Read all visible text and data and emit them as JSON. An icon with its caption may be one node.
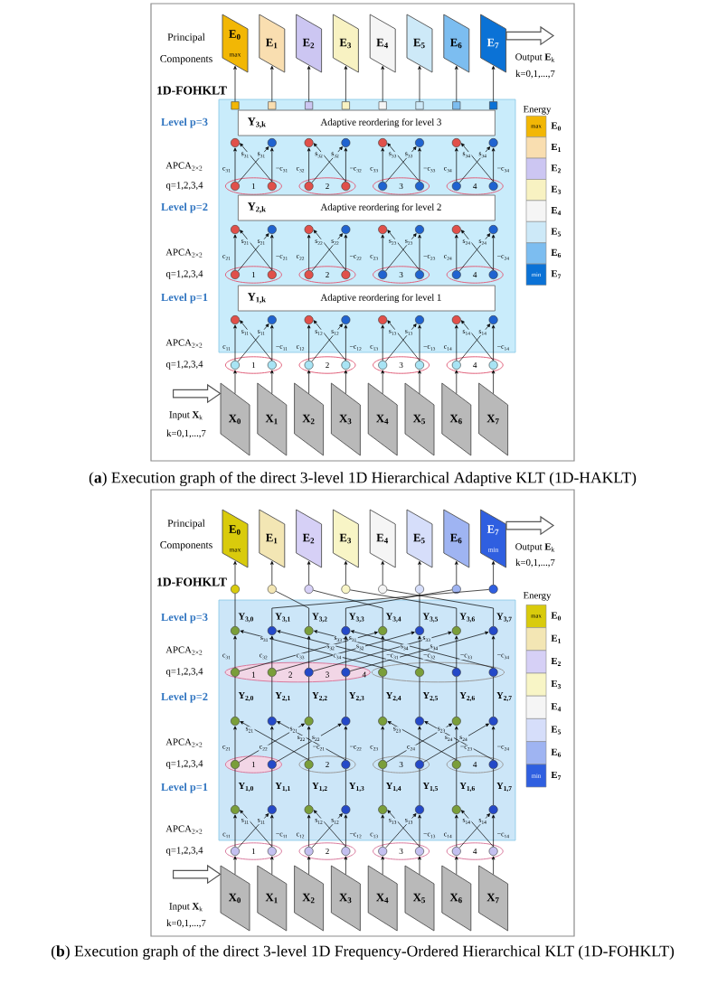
{
  "diagram": {
    "nodes": [
      {
        "text": [
          "E$_{0}$",
          "max"
        ]
      },
      {
        "text": [
          "E$_{1}$"
        ]
      },
      {
        "text": [
          "E$_{2}$"
        ]
      },
      {
        "text": [
          "E$_{3}$"
        ]
      },
      {
        "text": [
          "E$_{4}$"
        ]
      },
      {
        "text": [
          "E$_{5}$"
        ]
      },
      {
        "text": [
          "E$_{6}$"
        ]
      },
      {
        "text": [
          "E$_{7}$"
        ]
      },
      {
        "text": [],
        "shape": "box"
      },
      {
        "text": [],
        "shape": "box"
      },
      {
        "text": [],
        "shape": "box"
      },
      {
        "text": [],
        "shape": "box"
      },
      {
        "text": [],
        "shape": "box"
      },
      {
        "text": [],
        "shape": "box"
      },
      {
        "text": [],
        "shape": "box"
      },
      {
        "text": [],
        "shape": "box"
      },
      {
        "text": [
          "Y$_{3,k}$",
          "Adaptive reordering for level 3"
        ]
      },
      {
        "text": [],
        "shape": "circle"
      },
      {
        "text": [],
        "shape": "circle"
      },
      {
        "text": [],
        "shape": "circle"
      },
      {
        "text": [],
        "shape": "circle"
      },
      {
        "text": [],
        "shape": "circle"
      },
      {
        "text": [],
        "shape": "circle"
      },
      {
        "text": [],
        "shape": "circle"
      },
      {
        "text": [],
        "shape": "circle"
      },
      {
        "text": [
          "1"
        ]
      },
      {
        "text": [],
        "shape": "circle",
        "in": 25
      },
      {
        "text": [],
        "shape": "circle",
        "in": 25
      },
      {
        "text": [
          "2"
        ]
      },
      {
        "text": [],
        "shape": "circle",
        "in": 28
      },
      {
        "text": [],
        "shape": "circle",
        "in": 28
      },
      {
        "text": [
          "3"
        ]
      },
      {
        "text": [],
        "shape": "circle",
        "in": 31
      },
      {
        "text": [],
        "shape": "circle",
        "in": 31
      },
      {
        "text": [
          "4"
        ]
      },
      {
        "text": [],
        "shape": "circle",
        "in": 34
      },
      {
        "text": [],
        "shape": "circle",
        "in": 34
      },
      {
        "text": [
          "Y$_{2,k}$",
          "Adaptive reordering for level 2"
        ]
      },
      {
        "text": [],
        "shape": "circle"
      },
      {
        "text": [],
        "shape": "circle"
      },
      {
        "text": [],
        "shape": "circle"
      },
      {
        "text": [],
        "shape": "circle"
      },
      {
        "text": [],
        "shape": "circle"
      },
      {
        "text": [],
        "shape": "circle"
      },
      {
        "text": [],
        "shape": "circle"
      },
      {
        "text": [],
        "shape": "circle"
      },
      {
        "text": [
          "1"
        ]
      },
      {
        "text": [],
        "shape": "circle",
        "in": 46
      },
      {
        "text": [],
        "shape": "circle",
        "in": 46
      },
      {
        "text": [
          "2"
        ]
      },
      {
        "text": [],
        "shape": "circle",
        "in": 49
      },
      {
        "text": [],
        "shape": "circle",
        "in": 49
      },
      {
        "text": [
          "3"
        ]
      },
      {
        "text": [],
        "shape": "circle",
        "in": 52
      },
      {
        "text": [],
        "shape": "circle",
        "in": 52
      },
      {
        "text": [
          "4"
        ]
      },
      {
        "text": [],
        "shape": "circle",
        "in": 55
      },
      {
        "text": [],
        "shape": "circle",
        "in": 55
      },
      {
        "text": [
          "Y$_{1,k}$",
          "Adaptive reordering for level 1"
        ]
      },
      {
        "text": [],
        "shape": "circle"
      },
      {
        "text": [],
        "shape": "circle"
      },
      {
        "text": [],
        "shape": "circle"
      },
      {
        "text": [],
        "shape": "circle"
      },
      {
        "text": [],
        "shape": "circle"
      },
      {
        "text": [],
        "shape": "circle"
      },
      {
        "text": [],
        "shape": "circle"
      },
      {
        "text": [],
        "shape": "circle"
      },
      {
        "text": [
          "1"
        ]
      },
      {
        "text": [],
        "shape": "circle",
        "in": 67
      },
      {
        "text": [],
        "shape": "circle",
        "in": 67
      },
      {
        "text": [
          "2"
        ]
      },
      {
        "text": [],
        "shape": "circle",
        "in": 70
      },
      {
        "text": [],
        "shape": "circle",
        "in": 70
      },
      {
        "text": [
          "3"
        ]
      },
      {
        "text": [],
        "shape": "circle",
        "in": 73
      },
      {
        "text": [],
        "shape": "circle",
        "in": 73
      },
      {
        "text": [
          "4"
        ]
      },
      {
        "text": [],
        "shape": "circle",
        "in": 76
      },
      {
        "text": [],
        "shape": "circle",
        "in": 76
      },
      {
        "text": [
          "X$_{0}$"
        ]
      },
      {
        "text": [
          "X$_{1}$"
        ]
      },
      {
        "text": [
          "X$_{2}$"
        ]
      },
      {
        "text": [
          "X$_{3}$"
        ]
      },
      {
        "text": [
          "X$_{4}$"
        ]
      },
      {
        "text": [
          "X$_{5}$"
        ]
      },
      {
        "text": [
          "X$_{6}$"
        ]
      },
      {
        "text": [
          "X$_{7}$"
        ]
      },
      {
        "text": [
          "E$_{0}$",
          "max"
        ]
      },
      {
        "text": [
          "E$_{1}$"
        ]
      },
      {
        "text": [
          "E$_{2}$"
        ]
      },
      {
        "text": [
          "E$_{3}$"
        ]
      },
      {
        "text": [
          "E$_{4}$"
        ]
      },
      {
        "text": [
          "E$_{5}$"
        ]
      },
      {
        "text": [
          "E$_{6}$"
        ]
      },
      {
        "text": [
          "E$_{7}$",
          "min"
        ]
      },
      {
        "text": [],
        "shape": "circle"
      },
      {
        "text": [],
        "shape": "circle"
      },
      {
        "text": [],
        "shape": "circle"
      },
      {
        "text": [],
        "shape": "circle"
      },
      {
        "text": [],
        "shape": "circle"
      },
      {
        "text": [],
        "shape": "circle"
      },
      {
        "text": [],
        "shape": "circle"
      },
      {
        "text": [],
        "shape": "circle"
      },
      {
        "text": [],
        "shape": "circle"
      },
      {
        "text": [],
        "shape": "circle"
      },
      {
        "text": [],
        "shape": "circle"
      },
      {
        "text": [],
        "shape": "circle"
      },
      {
        "text": [],
        "shape": "circle"
      },
      {
        "text": [],
        "shape": "circle"
      },
      {
        "text": [],
        "shape": "circle"
      },
      {
        "text": [],
        "shape": "circle"
      },
      {
        "text": [
          "1",
          "2",
          "3",
          "4"
        ]
      },
      {
        "text": [],
        "shape": "circle",
        "in": 111
      },
      {
        "text": [],
        "shape": "circle",
        "in": 111
      },
      {
        "text": [],
        "shape": "circle",
        "in": 111
      },
      {
        "text": [],
        "shape": "circle",
        "in": 111
      },
      {
        "text": [],
        "shape": "ellipse"
      },
      {
        "text": [],
        "shape": "circle",
        "in": 116
      },
      {
        "text": [],
        "shape": "circle",
        "in": 116
      },
      {
        "text": [],
        "shape": "circle",
        "in": 116
      },
      {
        "text": [],
        "shape": "circle",
        "in": 116
      },
      {
        "text": [],
        "shape": "circle"
      },
      {
        "text": [],
        "shape": "circle"
      },
      {
        "text": [],
        "shape": "circle"
      },
      {
        "text": [],
        "shape": "circle"
      },
      {
        "text": [],
        "shape": "circle"
      },
      {
        "text": [],
        "shape": "circle"
      },
      {
        "text": [],
        "shape": "circle"
      },
      {
        "text": [],
        "shape": "circle"
      },
      {
        "text": [
          "1"
        ]
      },
      {
        "text": [],
        "shape": "circle",
        "in": 129
      },
      {
        "text": [],
        "shape": "circle",
        "in": 129
      },
      {
        "text": [
          "2"
        ]
      },
      {
        "text": [],
        "shape": "circle",
        "in": 132
      },
      {
        "text": [],
        "shape": "circle",
        "in": 132
      },
      {
        "text": [
          "3"
        ]
      },
      {
        "text": [],
        "shape": "circle",
        "in": 135
      },
      {
        "text": [],
        "shape": "circle",
        "in": 135
      },
      {
        "text": [
          "4"
        ]
      },
      {
        "text": [],
        "shape": "circle",
        "in": 138
      },
      {
        "text": [],
        "shape": "circle",
        "in": 138
      },
      {
        "text": [],
        "shape": "circle"
      },
      {
        "text": [],
        "shape": "circle"
      },
      {
        "text": [],
        "shape": "circle"
      },
      {
        "text": [],
        "shape": "circle"
      },
      {
        "text": [],
        "shape": "circle"
      },
      {
        "text": [],
        "shape": "circle"
      },
      {
        "text": [],
        "shape": "circle"
      },
      {
        "text": [],
        "shape": "circle"
      },
      {
        "text": [
          "1"
        ]
      },
      {
        "text": [],
        "shape": "circle",
        "in": 149
      },
      {
        "text": [],
        "shape": "circle",
        "in": 149
      },
      {
        "text": [
          "2"
        ]
      },
      {
        "text": [],
        "shape": "circle",
        "in": 152
      },
      {
        "text": [],
        "shape": "circle",
        "in": 152
      },
      {
        "text": [
          "3"
        ]
      },
      {
        "text": [],
        "shape": "circle",
        "in": 155
      },
      {
        "text": [],
        "shape": "circle",
        "in": 155
      },
      {
        "text": [
          "4"
        ]
      },
      {
        "text": [],
        "shape": "circle",
        "in": 158
      },
      {
        "text": [],
        "shape": "circle",
        "in": 158
      },
      {
        "text": [
          "X$_{0}$"
        ]
      },
      {
        "text": [
          "X$_{1}$"
        ]
      },
      {
        "text": [
          "X$_{2}$"
        ]
      },
      {
        "text": [
          "X$_{3}$"
        ]
      },
      {
        "text": [
          "X$_{4}$"
        ]
      },
      {
        "text": [
          "X$_{5}$"
        ]
      },
      {
        "text": [
          "X$_{6}$"
        ]
      },
      {
        "text": [
          "X$_{7}$"
        ]
      }
    ],
    "edges": [
      {
        "from": 8,
        "to": 0,
        "arrow": "to"
      },
      {
        "from": 9,
        "to": 1,
        "arrow": "to"
      },
      {
        "from": 10,
        "to": 2,
        "arrow": "to"
      },
      {
        "from": 11,
        "to": 3,
        "arrow": "to"
      },
      {
        "from": 12,
        "to": 4,
        "arrow": "to"
      },
      {
        "from": 13,
        "to": 5,
        "arrow": "to"
      },
      {
        "from": 14,
        "to": 6,
        "arrow": "to"
      },
      {
        "from": 15,
        "to": 7,
        "arrow": "to"
      },
      {
        "from": 26,
        "to": 17,
        "arrow": "to",
        "label": "c$_{31}$"
      },
      {
        "from": 26,
        "to": 18,
        "arrow": "to",
        "label": "s$_{31}$"
      },
      {
        "from": 27,
        "to": 17,
        "arrow": "to",
        "label": "s$_{31}$"
      },
      {
        "from": 27,
        "to": 18,
        "arrow": "to",
        "label": "−c$_{31}$"
      },
      {
        "from": 29,
        "to": 19,
        "arrow": "to",
        "label": "c$_{32}$"
      },
      {
        "from": 29,
        "to": 20,
        "arrow": "to",
        "label": "s$_{32}$"
      },
      {
        "from": 30,
        "to": 19,
        "arrow": "to",
        "label": "s$_{32}$"
      },
      {
        "from": 30,
        "to": 20,
        "arrow": "to",
        "label": "−c$_{32}$"
      },
      {
        "from": 32,
        "to": 21,
        "arrow": "to",
        "label": "c$_{33}$"
      },
      {
        "from": 32,
        "to": 22,
        "arrow": "to",
        "label": "s$_{33}$"
      },
      {
        "from": 33,
        "to": 21,
        "arrow": "to",
        "label": "s$_{33}$"
      },
      {
        "from": 33,
        "to": 22,
        "arrow": "to",
        "label": "−c$_{33}$"
      },
      {
        "from": 35,
        "to": 23,
        "arrow": "to",
        "label": "c$_{34}$"
      },
      {
        "from": 35,
        "to": 24,
        "arrow": "to",
        "label": "s$_{34}$"
      },
      {
        "from": 36,
        "to": 23,
        "arrow": "to",
        "label": "s$_{34}$"
      },
      {
        "from": 36,
        "to": 24,
        "arrow": "to",
        "label": "−c$_{34}$"
      },
      {
        "from": 47,
        "to": 38,
        "arrow": "to",
        "label": "c$_{21}$"
      },
      {
        "from": 47,
        "to": 39,
        "arrow": "to",
        "label": "s$_{21}$"
      },
      {
        "from": 48,
        "to": 38,
        "arrow": "to",
        "label": "s$_{21}$"
      },
      {
        "from": 48,
        "to": 39,
        "arrow": "to",
        "label": "−c$_{21}$"
      },
      {
        "from": 50,
        "to": 40,
        "arrow": "to",
        "label": "c$_{22}$"
      },
      {
        "from": 50,
        "to": 41,
        "arrow": "to",
        "label": "s$_{22}$"
      },
      {
        "from": 51,
        "to": 40,
        "arrow": "to",
        "label": "s$_{22}$"
      },
      {
        "from": 51,
        "to": 41,
        "arrow": "to",
        "label": "−c$_{22}$"
      },
      {
        "from": 53,
        "to": 42,
        "arrow": "to",
        "label": "c$_{23}$"
      },
      {
        "from": 53,
        "to": 43,
        "arrow": "to",
        "label": "s$_{23}$"
      },
      {
        "from": 54,
        "to": 42,
        "arrow": "to",
        "label": "s$_{23}$"
      },
      {
        "from": 54,
        "to": 43,
        "arrow": "to",
        "label": "−c$_{23}$"
      },
      {
        "from": 56,
        "to": 44,
        "arrow": "to",
        "label": "c$_{24}$"
      },
      {
        "from": 56,
        "to": 45,
        "arrow": "to",
        "label": "s$_{24}$"
      },
      {
        "from": 57,
        "to": 44,
        "arrow": "to",
        "label": "s$_{24}$"
      },
      {
        "from": 57,
        "to": 45,
        "arrow": "to",
        "label": "−c$_{24}$"
      },
      {
        "from": 68,
        "to": 59,
        "arrow": "to",
        "label": "c$_{11}$"
      },
      {
        "from": 68,
        "to": 60,
        "arrow": "to",
        "label": "s$_{11}$"
      },
      {
        "from": 69,
        "to": 59,
        "arrow": "to",
        "label": "s$_{11}$"
      },
      {
        "from": 69,
        "to": 60,
        "arrow": "to",
        "label": "−c$_{11}$"
      },
      {
        "from": 71,
        "to": 61,
        "arrow": "to",
        "label": "c$_{12}$"
      },
      {
        "from": 71,
        "to": 62,
        "arrow": "to",
        "label": "s$_{12}$"
      },
      {
        "from": 72,
        "to": 61,
        "arrow": "to",
        "label": "s$_{12}$"
      },
      {
        "from": 72,
        "to": 62,
        "arrow": "to",
        "label": "−c$_{12}$"
      },
      {
        "from": 74,
        "to": 63,
        "arrow": "to",
        "label": "c$_{13}$"
      },
      {
        "from": 74,
        "to": 64,
        "arrow": "to",
        "label": "s$_{13}$"
      },
      {
        "from": 75,
        "to": 63,
        "arrow": "to",
        "label": "s$_{13}$"
      },
      {
        "from": 75,
        "to": 64,
        "arrow": "to",
        "label": "−c$_{13}$"
      },
      {
        "from": 77,
        "to": 65,
        "arrow": "to",
        "label": "c$_{14}$"
      },
      {
        "from": 77,
        "to": 66,
        "arrow": "to",
        "label": "s$_{14}$"
      },
      {
        "from": 78,
        "to": 65,
        "arrow": "to",
        "label": "s$_{14}$"
      },
      {
        "from": 78,
        "to": 66,
        "arrow": "to",
        "label": "−c$_{14}$"
      },
      {
        "from": 79,
        "to": 68,
        "arrow": "to"
      },
      {
        "from": 80,
        "to": 69,
        "arrow": "to"
      },
      {
        "from": 81,
        "to": 71,
        "arrow": "to"
      },
      {
        "from": 82,
        "to": 72,
        "arrow": "to"
      },
      {
        "from": 83,
        "to": 74,
        "arrow": "to"
      },
      {
        "from": 84,
        "to": 75,
        "arrow": "to"
      },
      {
        "from": 85,
        "to": 77,
        "arrow": "to"
      },
      {
        "from": 86,
        "to": 78,
        "arrow": "to"
      },
      {
        "from": 95,
        "to": 87,
        "arrow": "to"
      },
      {
        "from": 96,
        "to": 88,
        "arrow": "to"
      },
      {
        "from": 97,
        "to": 89,
        "arrow": "to"
      },
      {
        "from": 98,
        "to": 90,
        "arrow": "to"
      },
      {
        "from": 99,
        "to": 91,
        "arrow": "to"
      },
      {
        "from": 100,
        "to": 92,
        "arrow": "to"
      },
      {
        "from": 101,
        "to": 93,
        "arrow": "to"
      },
      {
        "from": 102,
        "to": 94,
        "arrow": "to"
      },
      {
        "from": 103,
        "to": 95,
        "arrow": "none",
        "label": "Y$_{3,0}$"
      },
      {
        "from": 104,
        "to": 102,
        "arrow": "none",
        "label": "Y$_{3,1}$"
      },
      {
        "from": 105,
        "to": 96,
        "arrow": "none",
        "label": "Y$_{3,2}$"
      },
      {
        "from": 106,
        "to": 101,
        "arrow": "none",
        "label": "Y$_{3,3}$"
      },
      {
        "from": 107,
        "to": 97,
        "arrow": "none",
        "label": "Y$_{3,4}$"
      },
      {
        "from": 108,
        "to": 100,
        "arrow": "none",
        "label": "Y$_{3,5}$"
      },
      {
        "from": 109,
        "to": 98,
        "arrow": "none",
        "label": "Y$_{3,6}$"
      },
      {
        "from": 110,
        "to": 99,
        "arrow": "none",
        "label": "Y$_{3,7}$"
      },
      {
        "from": 112,
        "to": 103,
        "arrow": "to",
        "label": "c$_{31}$"
      },
      {
        "from": 112,
        "to": 107,
        "arrow": "to",
        "label": "s$_{31}$"
      },
      {
        "from": 117,
        "to": 103,
        "arrow": "to",
        "label": "s$_{31}$"
      },
      {
        "from": 117,
        "to": 107,
        "arrow": "to",
        "label": "−c$_{31}$"
      },
      {
        "from": 113,
        "to": 104,
        "arrow": "to",
        "label": "c$_{32}$"
      },
      {
        "from": 113,
        "to": 108,
        "arrow": "to",
        "label": "s$_{32}$"
      },
      {
        "from": 118,
        "to": 104,
        "arrow": "to",
        "label": "s$_{32}$"
      },
      {
        "from": 118,
        "to": 108,
        "arrow": "to",
        "label": "−c$_{32}$"
      },
      {
        "from": 114,
        "to": 105,
        "arrow": "to",
        "label": "c$_{33}$"
      },
      {
        "from": 114,
        "to": 109,
        "arrow": "to",
        "label": "s$_{33}$"
      },
      {
        "from": 119,
        "to": 105,
        "arrow": "to",
        "label": "s$_{33}$"
      },
      {
        "from": 119,
        "to": 109,
        "arrow": "to",
        "label": "−c$_{33}$"
      },
      {
        "from": 115,
        "to": 106,
        "arrow": "to",
        "label": "c$_{34}$"
      },
      {
        "from": 115,
        "to": 110,
        "arrow": "to",
        "label": "s$_{34}$"
      },
      {
        "from": 120,
        "to": 106,
        "arrow": "to",
        "label": "s$_{34}$"
      },
      {
        "from": 120,
        "to": 110,
        "arrow": "to",
        "label": "−c$_{34}$"
      },
      {
        "from": 121,
        "to": 112,
        "arrow": "none",
        "label": "Y$_{2,0}$"
      },
      {
        "from": 122,
        "to": 113,
        "arrow": "none",
        "label": "Y$_{2,1}$"
      },
      {
        "from": 123,
        "to": 114,
        "arrow": "none",
        "label": "Y$_{2,2}$"
      },
      {
        "from": 124,
        "to": 115,
        "arrow": "none",
        "label": "Y$_{2,3}$"
      },
      {
        "from": 125,
        "to": 117,
        "arrow": "none",
        "label": "Y$_{2,4}$"
      },
      {
        "from": 126,
        "to": 118,
        "arrow": "none",
        "label": "Y$_{2,5}$"
      },
      {
        "from": 127,
        "to": 119,
        "arrow": "none",
        "label": "Y$_{2,6}$"
      },
      {
        "from": 128,
        "to": 120,
        "arrow": "none",
        "label": "Y$_{2,7}$"
      },
      {
        "from": 130,
        "to": 121,
        "arrow": "to",
        "label": "c$_{21}$"
      },
      {
        "from": 130,
        "to": 123,
        "arrow": "to",
        "label": "s$_{21}$"
      },
      {
        "from": 133,
        "to": 121,
        "arrow": "to",
        "label": "s$_{21}$"
      },
      {
        "from": 133,
        "to": 123,
        "arrow": "to",
        "label": "−c$_{21}$"
      },
      {
        "from": 131,
        "to": 122,
        "arrow": "to",
        "label": "c$_{22}$"
      },
      {
        "from": 131,
        "to": 124,
        "arrow": "to",
        "label": "s$_{22}$"
      },
      {
        "from": 134,
        "to": 122,
        "arrow": "to",
        "label": "s$_{22}$"
      },
      {
        "from": 134,
        "to": 124,
        "arrow": "to",
        "label": "−c$_{22}$"
      },
      {
        "from": 136,
        "to": 125,
        "arrow": "to",
        "label": "c$_{23}$"
      },
      {
        "from": 136,
        "to": 127,
        "arrow": "to",
        "label": "s$_{23}$"
      },
      {
        "from": 139,
        "to": 125,
        "arrow": "to",
        "label": "s$_{23}$"
      },
      {
        "from": 139,
        "to": 127,
        "arrow": "to",
        "label": "−c$_{23}$"
      },
      {
        "from": 137,
        "to": 126,
        "arrow": "to",
        "label": "c$_{24}$"
      },
      {
        "from": 137,
        "to": 128,
        "arrow": "to",
        "label": "s$_{24}$"
      },
      {
        "from": 140,
        "to": 126,
        "arrow": "to",
        "label": "s$_{24}$"
      },
      {
        "from": 140,
        "to": 128,
        "arrow": "to",
        "label": "−c$_{24}$"
      },
      {
        "from": 141,
        "to": 130,
        "arrow": "none",
        "label": "Y$_{1,0}$"
      },
      {
        "from": 142,
        "to": 131,
        "arrow": "none",
        "label": "Y$_{1,1}$"
      },
      {
        "from": 143,
        "to": 133,
        "arrow": "none",
        "label": "Y$_{1,2}$"
      },
      {
        "from": 144,
        "to": 134,
        "arrow": "none",
        "label": "Y$_{1,3}$"
      },
      {
        "from": 145,
        "to": 136,
        "arrow": "none",
        "label": "Y$_{1,4}$"
      },
      {
        "from": 146,
        "to": 137,
        "arrow": "none",
        "label": "Y$_{1,5}$"
      },
      {
        "from": 147,
        "to": 139,
        "arrow": "none",
        "label": "Y$_{1,6}$"
      },
      {
        "from": 148,
        "to": 140,
        "arrow": "none",
        "label": "Y$_{1,7}$"
      },
      {
        "from": 150,
        "to": 141,
        "arrow": "to",
        "label": "c$_{11}$"
      },
      {
        "from": 150,
        "to": 142,
        "arrow": "to",
        "label": "s$_{11}$"
      },
      {
        "from": 151,
        "to": 141,
        "arrow": "to",
        "label": "s$_{11}$"
      },
      {
        "from": 151,
        "to": 142,
        "arrow": "to",
        "label": "−c$_{11}$"
      },
      {
        "from": 153,
        "to": 143,
        "arrow": "to",
        "label": "c$_{12}$"
      },
      {
        "from": 153,
        "to": 144,
        "arrow": "to",
        "label": "s$_{12}$"
      },
      {
        "from": 154,
        "to": 143,
        "arrow": "to",
        "label": "s$_{12}$"
      },
      {
        "from": 154,
        "to": 144,
        "arrow": "to",
        "label": "−c$_{12}$"
      },
      {
        "from": 156,
        "to": 145,
        "arrow": "to",
        "label": "c$_{13}$"
      },
      {
        "from": 156,
        "to": 146,
        "arrow": "to",
        "label": "s$_{13}$"
      },
      {
        "from": 157,
        "to": 145,
        "arrow": "to",
        "label": "s$_{13}$"
      },
      {
        "from": 157,
        "to": 146,
        "arrow": "to",
        "label": "−c$_{13}$"
      },
      {
        "from": 159,
        "to": 147,
        "arrow": "to",
        "label": "c$_{14}$"
      },
      {
        "from": 159,
        "to": 148,
        "arrow": "to",
        "label": "s$_{14}$"
      },
      {
        "from": 160,
        "to": 147,
        "arrow": "to",
        "label": "s$_{14}$"
      },
      {
        "from": 160,
        "to": 148,
        "arrow": "to",
        "label": "−c$_{14}$"
      },
      {
        "from": 161,
        "to": 150,
        "arrow": "to"
      },
      {
        "from": 162,
        "to": 151,
        "arrow": "to"
      },
      {
        "from": 163,
        "to": 153,
        "arrow": "to"
      },
      {
        "from": 164,
        "to": 154,
        "arrow": "to"
      },
      {
        "from": 165,
        "to": 156,
        "arrow": "to"
      },
      {
        "from": 166,
        "to": 157,
        "arrow": "to"
      },
      {
        "from": 167,
        "to": 159,
        "arrow": "to"
      },
      {
        "from": 168,
        "to": 160,
        "arrow": "to"
      },
      {
        "from": 7,
        "to": null,
        "arrow": "to",
        "style": "thick"
      },
      {
        "from": null,
        "to": 79,
        "arrow": "to",
        "style": "thick"
      },
      {
        "from": 94,
        "to": null,
        "arrow": "to",
        "style": "thick"
      },
      {
        "from": null,
        "to": 161,
        "arrow": "to",
        "style": "thick"
      }
    ],
    "labels": [
      "Principal Components",
      "Output **E**$_{k}$",
      "k=0,1,...,7",
      "1D-FOHKLT",
      "Energy",
      "max",
      "min",
      "Level p=3",
      "APCA$_{2×2}$",
      "q=1,2,3,4",
      "Level p=2",
      "APCA$_{2×2}$",
      "q=1,2,3,4",
      "Level p=1",
      "APCA$_{2×2}$",
      "q=1,2,3,4",
      "Input **X**$_{k}$",
      "k=0,1,...,7",
      "(**a**) Execution graph of the direct 3-level 1D Hierarchical Adaptive KLT (1D-HAKLT)",
      "Principal Components",
      "Output **E**$_{k}$",
      "k=0,1,...,7",
      "1D-FOHKLT",
      "Energy",
      "max",
      "min",
      "Level p=3",
      "APCA$_{2×2}$",
      "q=1,2,3,4",
      "Level p=2",
      "APCA$_{2×2}$",
      "q=1,2,3,4",
      "Level p=1",
      "APCA$_{2×2}$",
      "q=1,2,3,4",
      "Input **X**$_{k}$",
      "k=0,1,...,7",
      "(**b**) Execution graph of the direct 3-level 1D Frequency-Ordered Hierarchical KLT (1D-FOHKLT)"
    ],
    "legend": [
      {
        "text": "E$_{0}$",
        "color": "#f2b705"
      },
      {
        "text": "E$_{1}$",
        "color": "#f9deb0"
      },
      {
        "text": "E$_{2}$",
        "color": "#ccc6f2"
      },
      {
        "text": "E$_{3}$",
        "color": "#f8f2c2"
      },
      {
        "text": "E$_{4}$",
        "color": "#f5f5f5"
      },
      {
        "text": "E$_{5}$",
        "color": "#cde9f8"
      },
      {
        "text": "E$_{6}$",
        "color": "#7cbdf0"
      },
      {
        "text": "E$_{7}$",
        "color": "#0b72d6"
      },
      {
        "text": "E$_{0}$",
        "color": "#d9cb0c"
      },
      {
        "text": "E$_{1}$",
        "color": "#f3e6b4"
      },
      {
        "text": "E$_{2}$",
        "color": "#d6d0f6"
      },
      {
        "text": "E$_{3}$",
        "color": "#f8f5c6"
      },
      {
        "text": "E$_{4}$",
        "color": "#f5f5f5"
      },
      {
        "text": "E$_{5}$",
        "color": "#d6defa"
      },
      {
        "text": "E$_{6}$",
        "color": "#9fb4f2"
      },
      {
        "text": "E$_{7}$",
        "color": "#2f5fe0"
      }
    ]
  }
}
